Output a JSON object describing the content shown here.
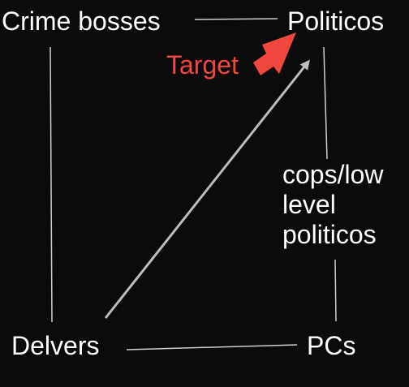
{
  "nodes": {
    "crime_bosses": "Crime bosses",
    "politicos": "Politicos",
    "cops_line1": "cops/low",
    "cops_line2": "level",
    "cops_line3": "politicos",
    "delvers": "Delvers",
    "pcs": "PCs"
  },
  "annotation": {
    "target": "Target"
  },
  "colors": {
    "background": "#0b0b0b",
    "text": "#ffffff",
    "line": "#cfcfcf",
    "arrow": "#bdbdbd",
    "target": "#f2473f"
  }
}
